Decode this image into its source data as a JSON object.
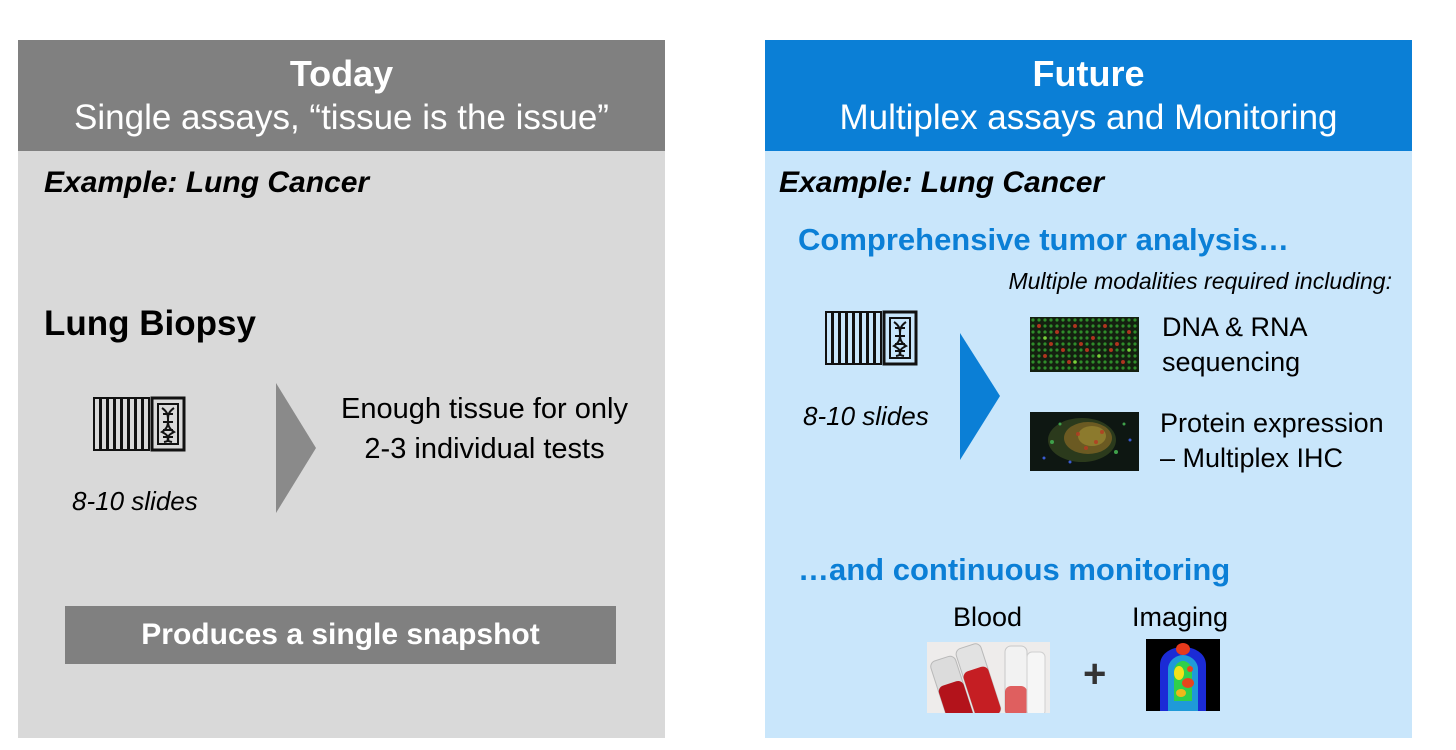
{
  "today": {
    "title": "Today",
    "subtitle": "Single assays, “tissue is the issue”",
    "example": "Example: Lung Cancer",
    "biopsy_label": "Lung Biopsy",
    "slides_label": "8-10 slides",
    "result_text": "Enough tissue for only 2-3 individual tests",
    "snapshot_label": "Produces a single snapshot",
    "colors": {
      "header": "#808080",
      "panel": "#d9d9d9",
      "arrow": "#8a8a8a"
    }
  },
  "future": {
    "title": "Future",
    "subtitle": "Multiplex assays and Monitoring",
    "example": "Example: Lung Cancer",
    "analysis_heading": "Comprehensive tumor analysis…",
    "modalities_note": "Multiple modalities required including:",
    "slides_label": "8-10 slides",
    "items": [
      {
        "label_line1": "DNA & RNA",
        "label_line2": "sequencing",
        "icon": "microarray-image"
      },
      {
        "label_line1": "Protein expression",
        "label_line2": "– Multiplex IHC",
        "icon": "ihc-tissue-image"
      }
    ],
    "monitoring_heading": "…and continuous monitoring",
    "monitoring": [
      {
        "label": "Blood",
        "icon": "blood-tubes-image"
      },
      {
        "label": "Imaging",
        "icon": "pet-scan-image"
      }
    ],
    "plus_symbol": "+",
    "colors": {
      "header": "#0b7fd6",
      "panel": "#c9e6fb",
      "arrow": "#0b7fd6",
      "accent_text": "#0b7fd6"
    }
  }
}
